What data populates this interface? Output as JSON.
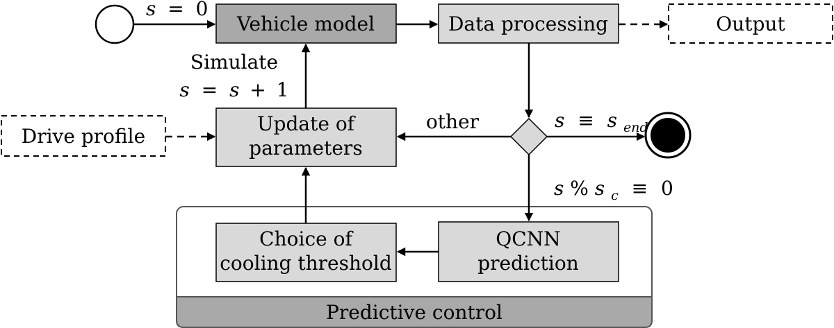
{
  "colors": {
    "vehicle_fill": "#a9a9a9",
    "process_fill": "#d9d9d9",
    "control_fill": "#a9a9a9",
    "background": "#ffffff"
  },
  "nodes": {
    "vehicle_model": "Vehicle model",
    "data_processing": "Data processing",
    "output": "Output",
    "drive_profile": "Drive profile",
    "update_line1": "Update of",
    "update_line2": "parameters",
    "choice_line1": "Choice of",
    "choice_line2": "cooling threshold",
    "qcnn_line1": "QCNN",
    "qcnn_line2": "prediction"
  },
  "container": {
    "title": "Predictive control"
  },
  "edge_labels": {
    "init_var": "s",
    "init_eq": "=",
    "init_val": "0",
    "simulate": "Simulate",
    "sim_s1": "s",
    "sim_eq": "=",
    "sim_s2": "s",
    "sim_plus": "+",
    "sim_one": "1",
    "other": "other",
    "end_s": "s",
    "end_equiv": "≡",
    "end_s2": "s",
    "end_sub": "end",
    "mod_s": "s",
    "mod_pct": "%",
    "mod_s2": "s",
    "mod_sub": "c",
    "mod_equiv": "≡",
    "mod_zero": "0"
  }
}
